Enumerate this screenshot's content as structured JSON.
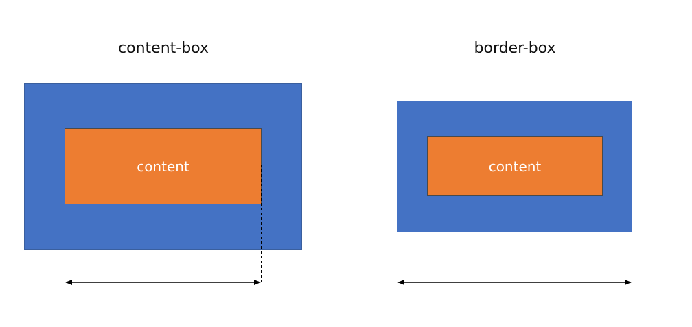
{
  "colors": {
    "outer_box": "#4472c4",
    "content_area": "#ed7d31",
    "line": "#000000"
  },
  "diagrams": [
    {
      "title": "content-box",
      "content_label": "content"
    },
    {
      "title": "border-box",
      "content_label": "content"
    }
  ]
}
